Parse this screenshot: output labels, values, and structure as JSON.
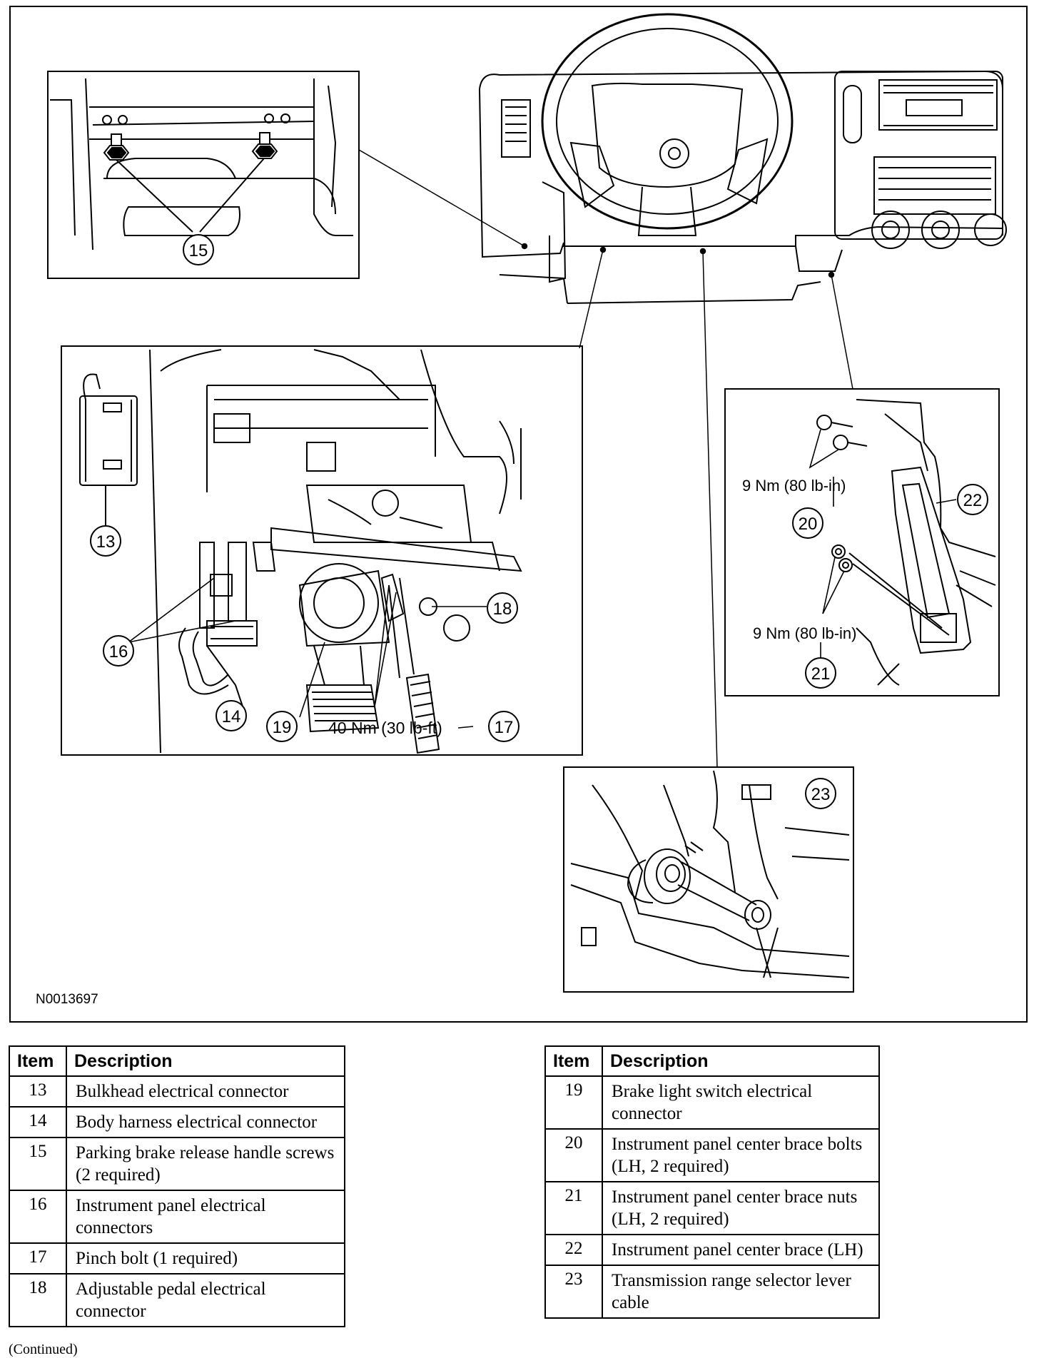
{
  "figure": {
    "figure_id": "N0013697",
    "callouts": {
      "c13": "13",
      "c14": "14",
      "c15": "15",
      "c16": "16",
      "c17": "17",
      "c18": "18",
      "c19": "19",
      "c20": "20",
      "c21": "21",
      "c22": "22",
      "c23": "23"
    },
    "torques": {
      "t17": "40 Nm (30 lb-ft)",
      "t20": "9 Nm (80 lb-in)",
      "t21": "9 Nm (80 lb-in)"
    }
  },
  "legend_left": {
    "header_item": "Item",
    "header_desc": "Description",
    "rows": [
      {
        "item": "13",
        "desc": "Bulkhead electrical connector"
      },
      {
        "item": "14",
        "desc": "Body harness electrical connector"
      },
      {
        "item": "15",
        "desc": "Parking brake release handle screws (2 required)"
      },
      {
        "item": "16",
        "desc": "Instrument panel electrical connectors"
      },
      {
        "item": "17",
        "desc": "Pinch bolt (1 required)"
      },
      {
        "item": "18",
        "desc": "Adjustable pedal electrical connector"
      }
    ]
  },
  "legend_right": {
    "header_item": "Item",
    "header_desc": "Description",
    "rows": [
      {
        "item": "19",
        "desc": "Brake light switch electrical connector"
      },
      {
        "item": "20",
        "desc": "Instrument panel center brace bolts (LH, 2 required)"
      },
      {
        "item": "21",
        "desc": "Instrument panel center brace nuts (LH, 2 required)"
      },
      {
        "item": "22",
        "desc": "Instrument panel center brace (LH)"
      },
      {
        "item": "23",
        "desc": "Transmission range selector lever cable"
      }
    ]
  },
  "footer": {
    "continued": "(Continued)"
  }
}
